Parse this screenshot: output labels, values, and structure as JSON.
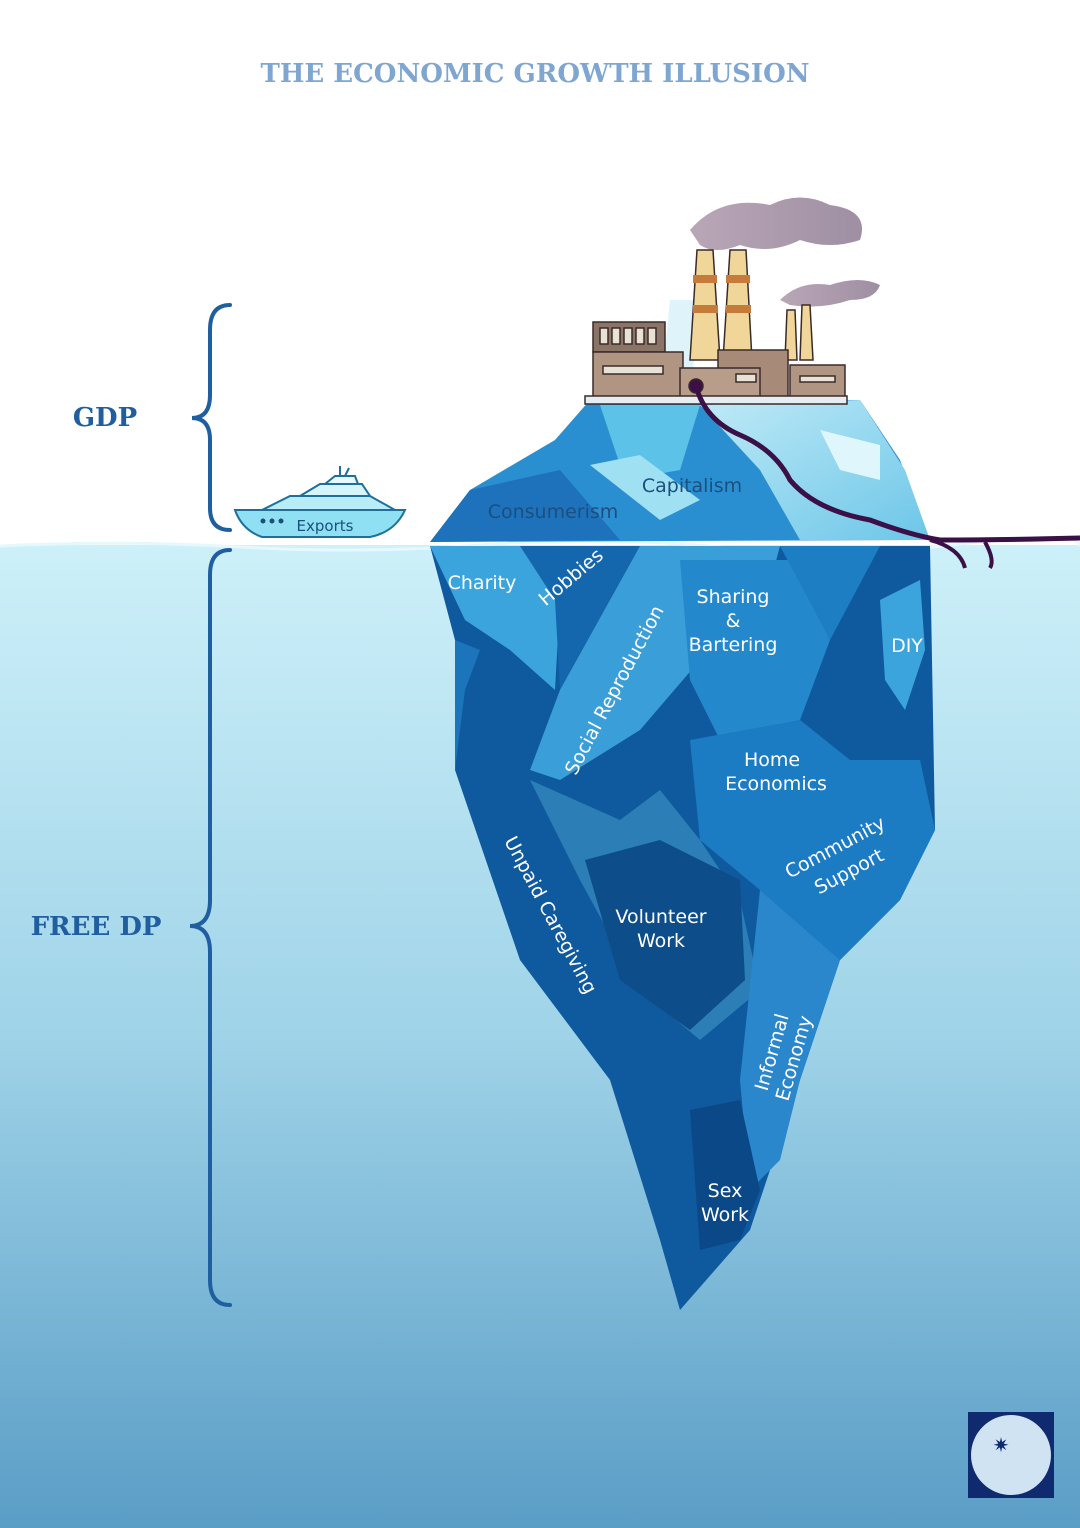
{
  "title": "THE ECONOMIC GROWTH ILLUSION",
  "brackets": {
    "top_label": "GDP",
    "bottom_label": "FREE DP"
  },
  "boat": {
    "label": "Exports"
  },
  "above_water": {
    "capitalism": "Capitalism",
    "consumerism": "Consumerism"
  },
  "below_water": {
    "charity": "Charity",
    "hobbies": "Hobbies",
    "social_reproduction": "Social Reproduction",
    "sharing_line1": "Sharing",
    "sharing_line2": "&",
    "sharing_line3": "Bartering",
    "diy": "DIY",
    "home_line1": "Home",
    "home_line2": "Economics",
    "unpaid_caregiving": "Unpaid Caregiving",
    "community_line1": "Community",
    "community_line2": "Support",
    "volunteer_line1": "Volunteer",
    "volunteer_line2": "Work",
    "informal_line1": "Informal",
    "informal_line2": "Economy",
    "sex_line1": "Sex",
    "sex_line2": "Work"
  },
  "colors": {
    "title": "#7fa6d0",
    "bracket": "#1f5fa0",
    "water_top": "#c9eef8",
    "water_bottom": "#5b9fc8",
    "ice_dark": "#0f5a9e",
    "ice_mid": "#2f8fd0",
    "ice_light": "#7dd3ee",
    "pipe": "#3b1046",
    "logo_bg": "#0f2a6e"
  }
}
